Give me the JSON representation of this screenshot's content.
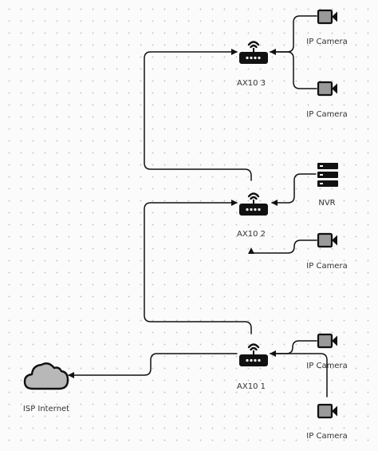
{
  "nodes": {
    "router_ax10_3": {
      "label": "AX10 3",
      "icon": "wifi-router-icon"
    },
    "router_ax10_2": {
      "label": "AX10 2",
      "icon": "wifi-router-icon"
    },
    "router_ax10_1": {
      "label": "AX10 1",
      "icon": "wifi-router-icon"
    },
    "camera_1": {
      "label": "IP Camera",
      "icon": "camera-icon"
    },
    "camera_2": {
      "label": "IP Camera",
      "icon": "camera-icon"
    },
    "nvr": {
      "label": "NVR",
      "icon": "server-rack-icon"
    },
    "camera_3": {
      "label": "IP Camera",
      "icon": "camera-icon"
    },
    "camera_4": {
      "label": "IP Camera",
      "icon": "camera-icon"
    },
    "camera_5": {
      "label": "IP Camera",
      "icon": "camera-icon"
    },
    "internet": {
      "label": "ISP Internet",
      "icon": "cloud-icon"
    }
  },
  "connections": [
    {
      "from": "router_ax10_2",
      "to": "router_ax10_3"
    },
    {
      "from": "router_ax10_1",
      "to": "router_ax10_2"
    },
    {
      "from": "camera_1",
      "to": "router_ax10_3"
    },
    {
      "from": "camera_2",
      "to": "router_ax10_3"
    },
    {
      "from": "nvr",
      "to": "router_ax10_2"
    },
    {
      "from": "camera_3",
      "to": "router_ax10_2"
    },
    {
      "from": "camera_4",
      "to": "router_ax10_1"
    },
    {
      "from": "camera_5",
      "to": "router_ax10_1"
    },
    {
      "from": "router_ax10_1",
      "to": "internet"
    }
  ],
  "colors": {
    "line": "#111111",
    "icon_dark": "#111111",
    "camera_fill": "#9a9a9a",
    "cloud_fill": "#b8b8b8",
    "background_dot": "#c9c9c9"
  }
}
